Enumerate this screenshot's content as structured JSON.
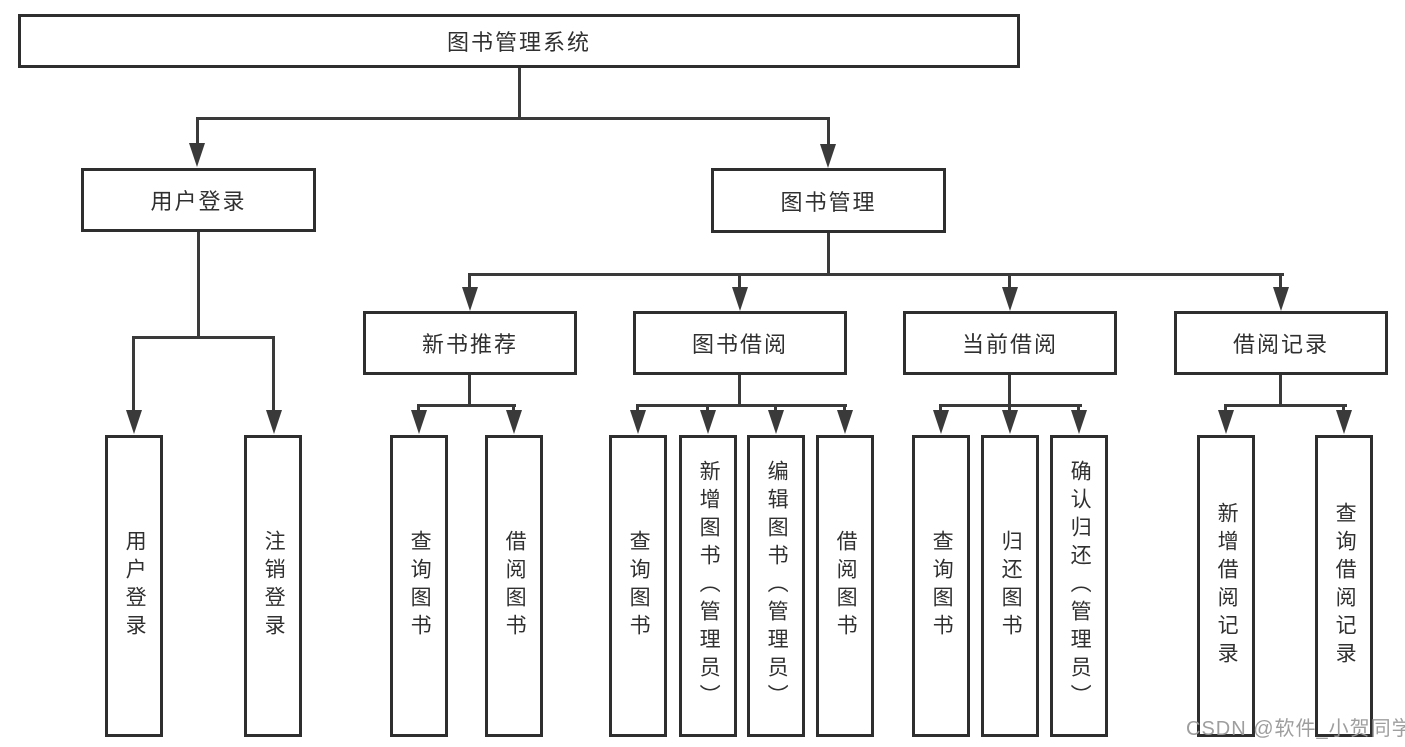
{
  "diagram_title": "图书管理系统",
  "tree": {
    "root": {
      "label": "图书管理系统"
    },
    "level1": [
      {
        "label": "用户登录",
        "children": [
          {
            "label": "用户登录"
          },
          {
            "label": "注销登录"
          }
        ]
      },
      {
        "label": "图书管理",
        "children": [
          {
            "label": "新书推荐",
            "children": [
              {
                "label": "查询图书"
              },
              {
                "label": "借阅图书"
              }
            ]
          },
          {
            "label": "图书借阅",
            "children": [
              {
                "label": "查询图书"
              },
              {
                "label": "新增图书（管理员）"
              },
              {
                "label": "编辑图书（管理员）"
              },
              {
                "label": "借阅图书"
              }
            ]
          },
          {
            "label": "当前借阅",
            "children": [
              {
                "label": "查询图书"
              },
              {
                "label": "归还图书"
              },
              {
                "label": "确认归还（管理员）"
              }
            ]
          },
          {
            "label": "借阅记录",
            "children": [
              {
                "label": "新增借阅记录"
              },
              {
                "label": "查询借阅记录"
              }
            ]
          }
        ]
      }
    ]
  },
  "watermark": {
    "text": "CSDN @软件_小贺同学"
  },
  "colors": {
    "background": "#ffffff",
    "box_border": "#2e2e2e",
    "line": "#3a3a3a",
    "text": "#303030",
    "watermark": "#999999"
  }
}
